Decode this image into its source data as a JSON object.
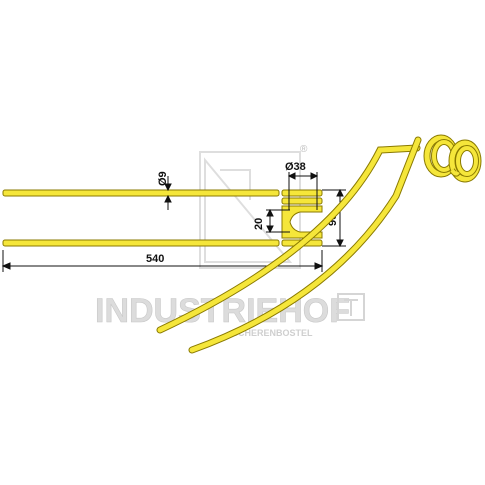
{
  "dimensions": {
    "diameter_wire": "Ø9",
    "diameter_coil": "Ø38",
    "coil_gap": "20",
    "total_height": "90",
    "length": "540"
  },
  "watermark": {
    "brand": "INDUSTRIEHOF",
    "registered": "®",
    "subtitle": "SCHERENBOSTEL"
  },
  "colors": {
    "spring_fill": "#f5e63a",
    "spring_outline": "#8a7a00",
    "dimension_line": "#111111",
    "watermark": "#d8d8d8"
  }
}
